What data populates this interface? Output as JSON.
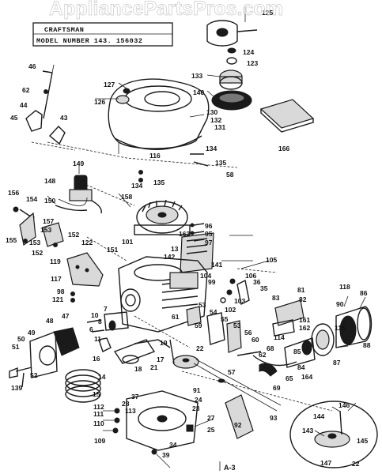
{
  "header": {
    "line1": "CRAFTSMAN",
    "line2": "MODEL NUMBER 143. 156032"
  },
  "watermark": "AppliancePartsPros.com",
  "page_number": "A-3",
  "callouts": [
    {
      "n": "125"
    },
    {
      "n": "124"
    },
    {
      "n": "123"
    },
    {
      "n": "133"
    },
    {
      "n": "140"
    },
    {
      "n": "127"
    },
    {
      "n": "126"
    },
    {
      "n": "130"
    },
    {
      "n": "132"
    },
    {
      "n": "131"
    },
    {
      "n": "166"
    },
    {
      "n": "46"
    },
    {
      "n": "62"
    },
    {
      "n": "44"
    },
    {
      "n": "45"
    },
    {
      "n": "43"
    },
    {
      "n": "116"
    },
    {
      "n": "134"
    },
    {
      "n": "135"
    },
    {
      "n": "58"
    },
    {
      "n": "149"
    },
    {
      "n": "148"
    },
    {
      "n": "134"
    },
    {
      "n": "135"
    },
    {
      "n": "158"
    },
    {
      "n": "156"
    },
    {
      "n": "154"
    },
    {
      "n": "150"
    },
    {
      "n": "157"
    },
    {
      "n": "153"
    },
    {
      "n": "152"
    },
    {
      "n": "155"
    },
    {
      "n": "153"
    },
    {
      "n": "152"
    },
    {
      "n": "122"
    },
    {
      "n": "151"
    },
    {
      "n": "119"
    },
    {
      "n": "96"
    },
    {
      "n": "95"
    },
    {
      "n": "97"
    },
    {
      "n": "101"
    },
    {
      "n": "163"
    },
    {
      "n": "13"
    },
    {
      "n": "142"
    },
    {
      "n": "141"
    },
    {
      "n": "105"
    },
    {
      "n": "117"
    },
    {
      "n": "104"
    },
    {
      "n": "99"
    },
    {
      "n": "106"
    },
    {
      "n": "36"
    },
    {
      "n": "35"
    },
    {
      "n": "98"
    },
    {
      "n": "121"
    },
    {
      "n": "103"
    },
    {
      "n": "102"
    },
    {
      "n": "53"
    },
    {
      "n": "55"
    },
    {
      "n": "54"
    },
    {
      "n": "81"
    },
    {
      "n": "83"
    },
    {
      "n": "82"
    },
    {
      "n": "118"
    },
    {
      "n": "86"
    },
    {
      "n": "90"
    },
    {
      "n": "48"
    },
    {
      "n": "47"
    },
    {
      "n": "7"
    },
    {
      "n": "10"
    },
    {
      "n": "8"
    },
    {
      "n": "6"
    },
    {
      "n": "49"
    },
    {
      "n": "50"
    },
    {
      "n": "51"
    },
    {
      "n": "11"
    },
    {
      "n": "61"
    },
    {
      "n": "59"
    },
    {
      "n": "53"
    },
    {
      "n": "56"
    },
    {
      "n": "161"
    },
    {
      "n": "162"
    },
    {
      "n": "114"
    },
    {
      "n": "115"
    },
    {
      "n": "88"
    },
    {
      "n": "87"
    },
    {
      "n": "60"
    },
    {
      "n": "68"
    },
    {
      "n": "62"
    },
    {
      "n": "52"
    },
    {
      "n": "139"
    },
    {
      "n": "16"
    },
    {
      "n": "14"
    },
    {
      "n": "18"
    },
    {
      "n": "17"
    },
    {
      "n": "15"
    },
    {
      "n": "21"
    },
    {
      "n": "22"
    },
    {
      "n": "19"
    },
    {
      "n": "57"
    },
    {
      "n": "85"
    },
    {
      "n": "84"
    },
    {
      "n": "65"
    },
    {
      "n": "164"
    },
    {
      "n": "69"
    },
    {
      "n": "91"
    },
    {
      "n": "93"
    },
    {
      "n": "92"
    },
    {
      "n": "37"
    },
    {
      "n": "28"
    },
    {
      "n": "24"
    },
    {
      "n": "23"
    },
    {
      "n": "112"
    },
    {
      "n": "113"
    },
    {
      "n": "111"
    },
    {
      "n": "110"
    },
    {
      "n": "27"
    },
    {
      "n": "25"
    },
    {
      "n": "109"
    },
    {
      "n": "34"
    },
    {
      "n": "39"
    },
    {
      "n": "144"
    },
    {
      "n": "146"
    },
    {
      "n": "143"
    },
    {
      "n": "145"
    },
    {
      "n": "147"
    },
    {
      "n": "22"
    }
  ]
}
